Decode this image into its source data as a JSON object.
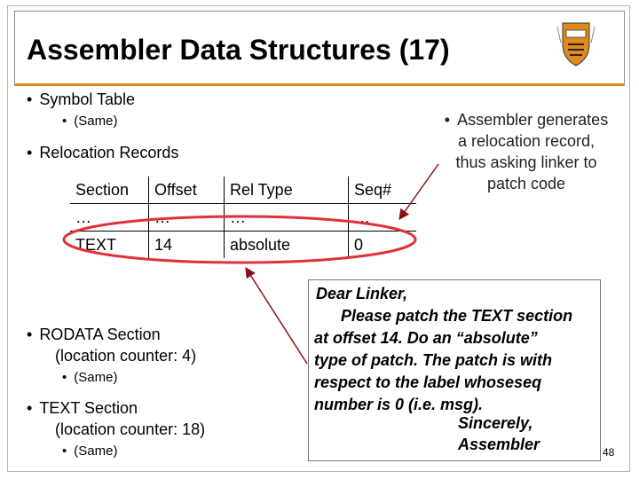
{
  "slide": {
    "title": "Assembler Data Structures (17)",
    "page_number": "48"
  },
  "left": {
    "symbol_table": "Symbol Table",
    "same1": "(Same)",
    "relocation_records": "Relocation Records",
    "rodata_section": "RODATA Section",
    "rodata_counter": "(location counter: 4)",
    "same2": "(Same)",
    "text_section": "TEXT Section",
    "text_counter": "(location counter: 18)",
    "same3": "(Same)"
  },
  "table": {
    "headers": [
      "Section",
      "Offset",
      "Rel Type",
      "Seq#"
    ],
    "rows": [
      [
        "…",
        "…",
        "…",
        "…"
      ],
      [
        "TEXT",
        "14",
        "absolute",
        "0"
      ]
    ]
  },
  "callout": {
    "lines": [
      "Assembler generates",
      "a relocation record,",
      "thus asking linker to",
      "patch code"
    ]
  },
  "letter": {
    "lines": [
      "Dear Linker,",
      "Please patch the TEXT section",
      "at offset 14. Do an “absolute”",
      "type of patch. The patch is with",
      "respect to the label whoseseq",
      "number is 0 (i.e. msg).",
      "Sincerely,",
      "Assembler"
    ]
  },
  "colors": {
    "accent_rule": "#e08a1e",
    "highlight_ellipse": "#e0303a",
    "logo_orange": "#e08a1e"
  }
}
